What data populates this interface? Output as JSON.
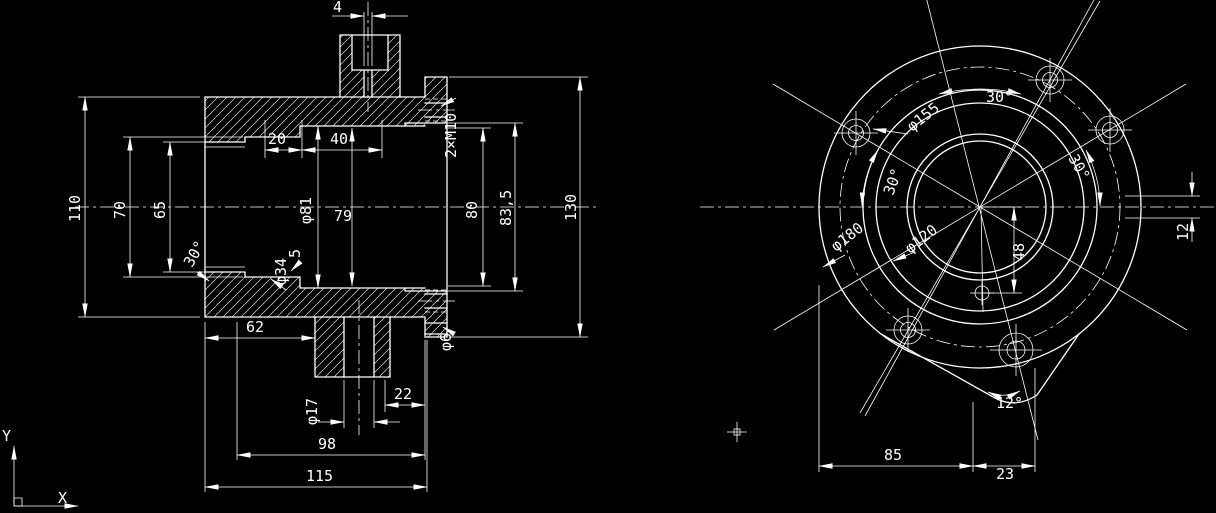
{
  "colors": {
    "background": "#000000",
    "line": "#ffffff"
  },
  "left_view": {
    "dims": {
      "d4": "4",
      "d110": "110",
      "d70": "70",
      "d65": "65",
      "d20": "20",
      "d40": "40",
      "d81": "φ81",
      "d79": "79",
      "m10": "2×M10",
      "d80": "80",
      "d835": "83,5",
      "d130": "130",
      "a30": "30°",
      "d5": "5",
      "d34": "φ34",
      "d62": "62",
      "d6": "φ6",
      "d17": "φ17",
      "d22": "22",
      "d98": "98",
      "d115": "115"
    }
  },
  "right_view": {
    "dims": {
      "d155": "φ155",
      "d180": "φ180",
      "d120": "φ120",
      "a30_top": "30°",
      "a30_right": "30°",
      "a30_left": "30°",
      "d48": "48",
      "d12": "12",
      "a12": "12°",
      "d85": "85",
      "d23": "23"
    }
  },
  "ucs": {
    "y": "Y",
    "x": "X"
  }
}
